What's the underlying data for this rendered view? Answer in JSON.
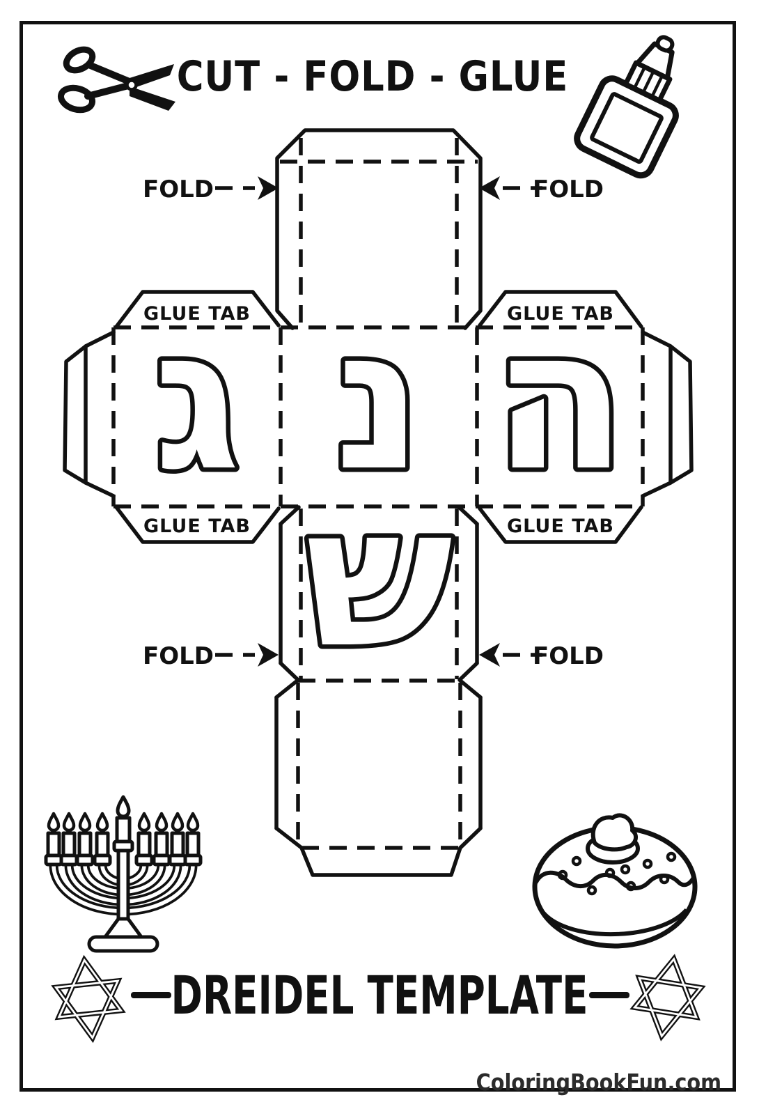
{
  "page": {
    "background": "#ffffff",
    "ink_color": "#111111",
    "credit_color": "#2b2b2b"
  },
  "header": {
    "title": "CUT - FOLD - GLUE"
  },
  "net": {
    "glue_tabs": [
      {
        "id": "top-left",
        "label": "GLUE TAB"
      },
      {
        "id": "top-right",
        "label": "GLUE TAB"
      },
      {
        "id": "bottom-left",
        "label": "GLUE TAB"
      },
      {
        "id": "bottom-right",
        "label": "GLUE TAB"
      }
    ],
    "fold_markers": [
      {
        "id": "upper-left",
        "label": "FOLD",
        "arrow_direction": "right"
      },
      {
        "id": "upper-right",
        "label": "FOLD",
        "arrow_direction": "left"
      },
      {
        "id": "lower-left",
        "label": "FOLD",
        "arrow_direction": "right"
      },
      {
        "id": "lower-right",
        "label": "FOLD",
        "arrow_direction": "left"
      }
    ],
    "faces": [
      {
        "id": "left-face",
        "letter": "ג",
        "letter_name": "gimel"
      },
      {
        "id": "center-face",
        "letter": "נ",
        "letter_name": "nun"
      },
      {
        "id": "right-face",
        "letter": "ה",
        "letter_name": "hey"
      },
      {
        "id": "bottom-face",
        "letter": "ש",
        "letter_name": "shin"
      }
    ]
  },
  "footer": {
    "title": "DREIDEL TEMPLATE",
    "website": "ColoringBookFun.com"
  },
  "icons": {
    "top_left": "scissors-icon",
    "top_right": "glue-bottle-icon",
    "bottom_left": "menorah-icon",
    "bottom_right": "donut-icon",
    "title_sides": [
      "star-of-david-icon",
      "star-of-david-icon"
    ]
  }
}
